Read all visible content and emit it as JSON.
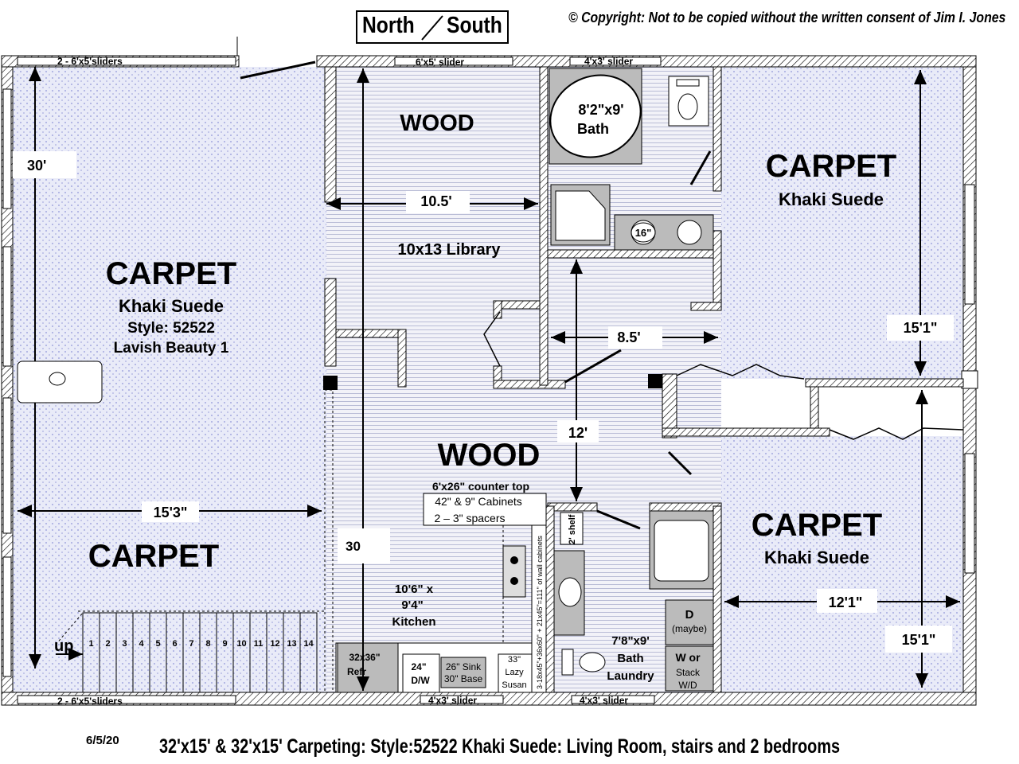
{
  "compass": {
    "north": "North",
    "south": "South"
  },
  "copyright": "© Copyright: Not to be copied without the written consent of Jim I. Jones",
  "windows": {
    "top_left": "2 - 6'x5'sliders",
    "top_mid": "6'x5' slider",
    "top_right": "4'x3' slider",
    "bottom_left": "2 - 6'x5'sliders",
    "bottom_mid": "4'x3' slider",
    "bottom_right": "4'x3' slider"
  },
  "living_room": {
    "floor": "CARPET",
    "color": "Khaki Suede",
    "style": "Style: 52522",
    "name": "Lavish Beauty 1",
    "height_dim": "30'",
    "width_dim": "15'3\"",
    "stairs_floor": "CARPET"
  },
  "stairs": {
    "up_label": "up",
    "steps": [
      "1",
      "2",
      "3",
      "4",
      "5",
      "6",
      "7",
      "8",
      "9",
      "10",
      "11",
      "12",
      "13",
      "14"
    ]
  },
  "library": {
    "floor": "WOOD",
    "width_dim": "10.5'",
    "name": "10x13 Library"
  },
  "master_bath": {
    "tub_label_1": "8'2\"x9'",
    "tub_label_2": "Bath",
    "sink_label": "16\""
  },
  "hall": {
    "width_dim": "8.5'",
    "length_dim": "12'"
  },
  "bedroom_top": {
    "floor": "CARPET",
    "color": "Khaki Suede",
    "dim": "15'1\""
  },
  "bedroom_bottom": {
    "floor": "CARPET",
    "color": "Khaki Suede",
    "width_dim": "12'1\"",
    "height_dim": "15'1\""
  },
  "kitchen": {
    "floor": "WOOD",
    "counter_title": "6'x26\" counter top",
    "counter_line1": "42\" & 9\" Cabinets",
    "counter_line2": "2 – 3\" spacers",
    "dim_30": "30",
    "size_1": "10'6\" x",
    "size_2": "9'4\"",
    "name": "Kitchen",
    "wall_cabinets": "3-18x45\"+36x60\" + 21x45\"=111\" of wall cabinets",
    "refr_1": "32x36\"",
    "refr_2": "Refr",
    "dw_1": "24\"",
    "dw_2": "D/W",
    "sink_1": "26\" Sink",
    "sink_2": "30\" Base",
    "lazy_1": "33\"",
    "lazy_2": "Lazy",
    "lazy_3": "Susan"
  },
  "laundry": {
    "shelf": "2' shelf",
    "size": "7'8\"x9'",
    "line2": "Bath",
    "line3": "Laundry",
    "dryer_1": "D",
    "dryer_2": "(maybe)",
    "washer_1": "W or",
    "washer_2": "Stack",
    "washer_3": "W/D"
  },
  "footer": {
    "date": "6/5/20",
    "caption": "32'x15' & 32'x15' Carpeting: Style:52522 Khaki Suede: Living Room, stairs and 2 bedrooms"
  }
}
